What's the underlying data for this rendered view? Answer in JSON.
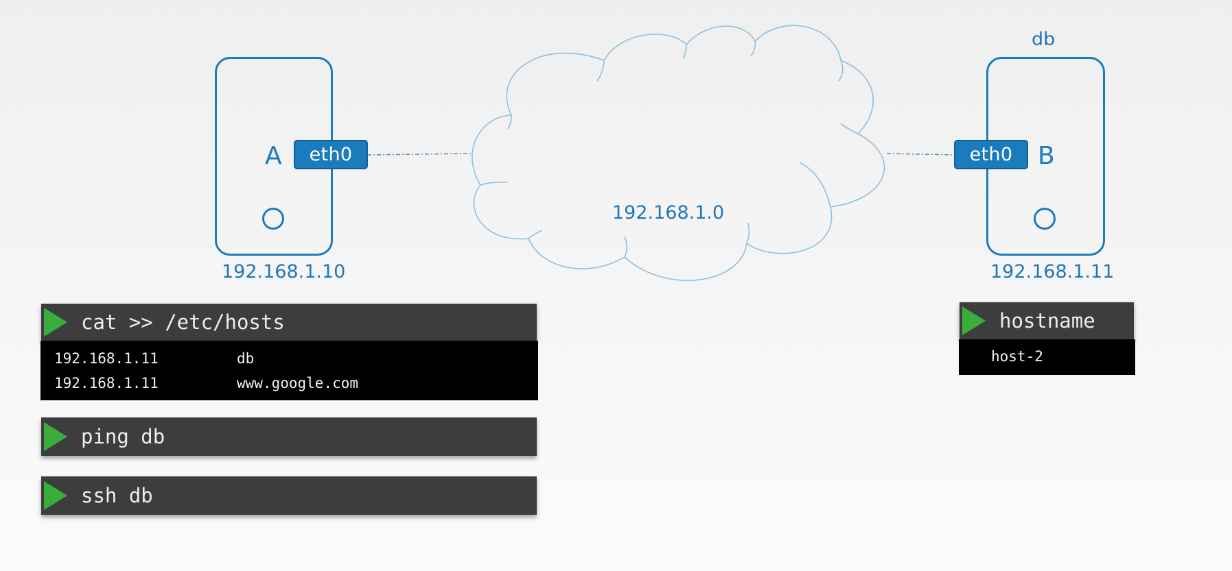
{
  "hosts": {
    "a": {
      "letter": "A",
      "interface": "eth0",
      "ip": "192.168.1.10"
    },
    "b": {
      "name": "db",
      "letter": "B",
      "interface": "eth0",
      "ip": "192.168.1.11"
    }
  },
  "network": {
    "subnet": "192.168.1.0"
  },
  "terminal_a": {
    "commands": [
      {
        "text": "cat >> /etc/hosts",
        "output": [
          {
            "ip": "192.168.1.11",
            "name": "db"
          },
          {
            "ip": "192.168.1.11",
            "name": "www.google.com"
          }
        ]
      },
      {
        "text": "ping db"
      },
      {
        "text": "ssh db"
      }
    ]
  },
  "terminal_b": {
    "command": "hostname",
    "output": "host-2"
  },
  "colors": {
    "line": "#1a7bbd",
    "interface_fill": "#1a7bbd",
    "cloud_stroke": "#8fbfe0",
    "prompt_green": "#3aae3a",
    "terminal_bg": "#3d3d3d"
  }
}
